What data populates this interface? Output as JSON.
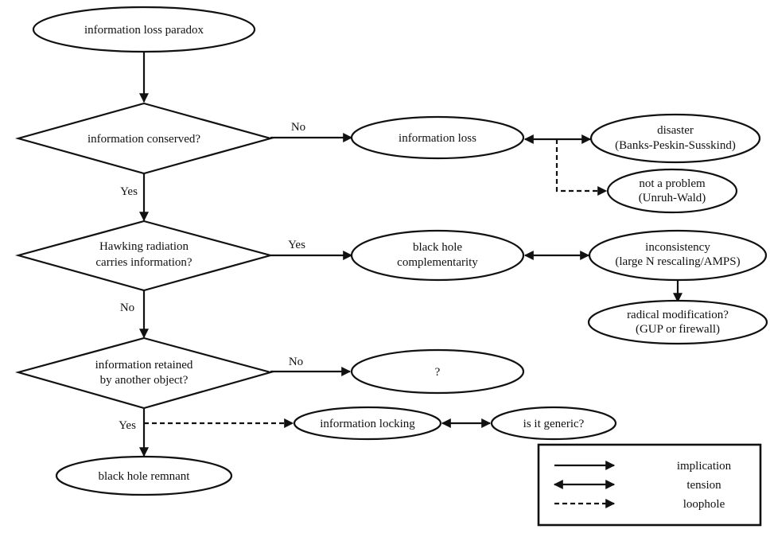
{
  "nodes": {
    "paradox": {
      "label": "information loss paradox"
    },
    "conserved": {
      "label": "information conserved?"
    },
    "hawking": {
      "line1": "Hawking radiation",
      "line2": "carries information?"
    },
    "retained": {
      "line1": "information retained",
      "line2": "by another object?"
    },
    "remnant": {
      "label": "black hole remnant"
    },
    "loss": {
      "label": "information loss"
    },
    "disaster": {
      "line1": "disaster",
      "line2": "(Banks-Peskin-Susskind)"
    },
    "not_problem": {
      "line1": "not a problem",
      "line2": "(Unruh-Wald)"
    },
    "complementarity": {
      "line1": "black hole",
      "line2": "complementarity"
    },
    "inconsistency": {
      "line1": "inconsistency",
      "line2": "(large N rescaling/AMPS)"
    },
    "radical": {
      "line1": "radical modification?",
      "line2": "(GUP or firewall)"
    },
    "unknown": {
      "label": "?"
    },
    "locking": {
      "label": "information locking"
    },
    "generic": {
      "label": "is it generic?"
    }
  },
  "edge_labels": {
    "conserved_no": "No",
    "conserved_yes": "Yes",
    "hawking_yes": "Yes",
    "hawking_no": "No",
    "retained_no": "No",
    "retained_yes": "Yes"
  },
  "legend": {
    "implication": "implication",
    "tension": "tension",
    "loophole": "loophole"
  }
}
